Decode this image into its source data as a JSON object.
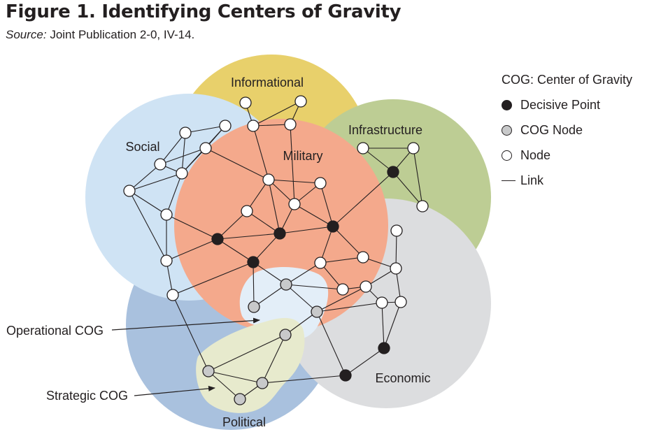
{
  "figure": {
    "title": "Figure 1. Identifying Centers of Gravity",
    "source_prefix": "Source:",
    "source_text": " Joint Publication 2-0, IV-14."
  },
  "legend": {
    "heading": "COG: Center of Gravity",
    "decisive_point": "Decisive Point",
    "cog_node": "COG Node",
    "node": "Node",
    "link": "Link"
  },
  "regions": {
    "informational": "Informational",
    "infrastructure": "Infrastructure",
    "social": "Social",
    "military": "Military",
    "economic": "Economic",
    "political": "Political"
  },
  "callouts": {
    "operational_cog": "Operational COG",
    "strategic_cog": "Strategic COG"
  },
  "colors": {
    "informational": "#e8d06b",
    "infrastructure": "#bdcd94",
    "social": "#cfe3f4",
    "military": "#f4a98c",
    "economic": "#dcdddf",
    "political": "#a9c1de",
    "operational_cog_area": "#e3eef8",
    "strategic_cog_area": "#e7eacd",
    "decisive_fill": "#231f20",
    "cog_fill": "#c8c9ca",
    "node_fill": "#ffffff",
    "ink": "#231f20"
  }
}
